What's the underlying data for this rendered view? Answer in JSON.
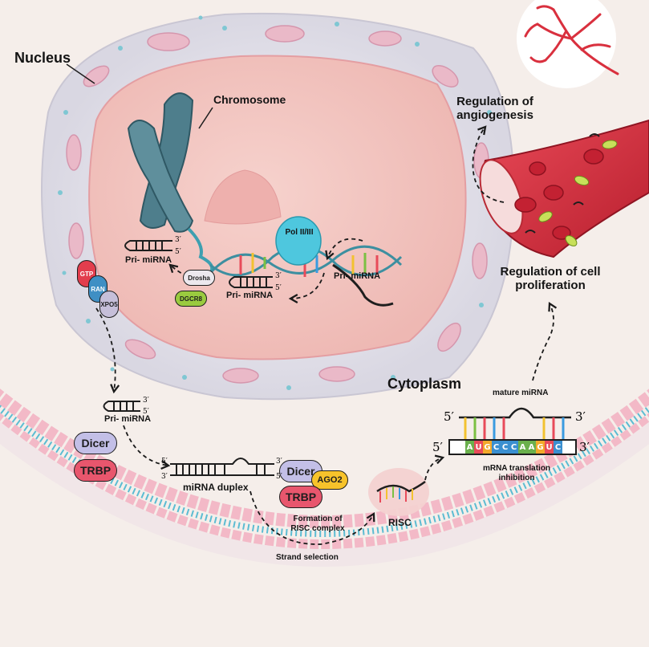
{
  "labels": {
    "nucleus": "Nucleus",
    "chromosome": "Chromosome",
    "pol": "Pol II/III",
    "pri_mirna_1": "Pri- miRNA",
    "pri_mirna_2": "Pri- miRNA",
    "pri_mirna_3": "Pri- miRNA",
    "pri_mirna_4": "Pri- miRNA",
    "cytoplasm": "Cytoplasm",
    "mirna_duplex": "miRNA duplex",
    "formation_risc": "Formation of RISC complex",
    "strand_selection": "Strand selection",
    "risc": "RISC",
    "mature_mirna": "mature miRNA",
    "translation_inhibition": "mRNA translation inhibition",
    "reg_angiogenesis": "Regulation of angiogenesis",
    "reg_proliferation": "Regulation of cell proliferation"
  },
  "proteins": {
    "gtp": "GTP",
    "ran": "RAN",
    "xpo5": "XPO5",
    "drosha": "Drosha",
    "dgcr8": "DGCR8",
    "dicer_1": "Dicer",
    "trbp_1": "TRBP",
    "dicer_2": "Dicer",
    "ago2": "AGO2",
    "trbp_2": "TRBP"
  },
  "primes": {
    "five": "5′",
    "three": "3′"
  },
  "sequence": [
    "A",
    "U",
    "G",
    "C",
    "C",
    "C",
    "A",
    "A",
    "G",
    "U",
    "C"
  ],
  "colors": {
    "background": "#f5eeea",
    "nucleus_envelope": "#e3e2ea",
    "nucleoplasm": "#f3c7c2",
    "nucleolus": "#f0b7b2",
    "chromosome": "#4e7e8c",
    "vessel": "#d92e3d",
    "membrane_pink": "#f3b9c7",
    "membrane_blue": "#5cbcd2",
    "gtp": "#e23d4d",
    "ran": "#3f8fc4",
    "xpo5": "#c6bfd9",
    "dgcr8": "#9acb3f",
    "dicer": "#c3bfe7",
    "trbp": "#e8566d",
    "ago2": "#f7c32b",
    "pol": "#4ec7de"
  }
}
